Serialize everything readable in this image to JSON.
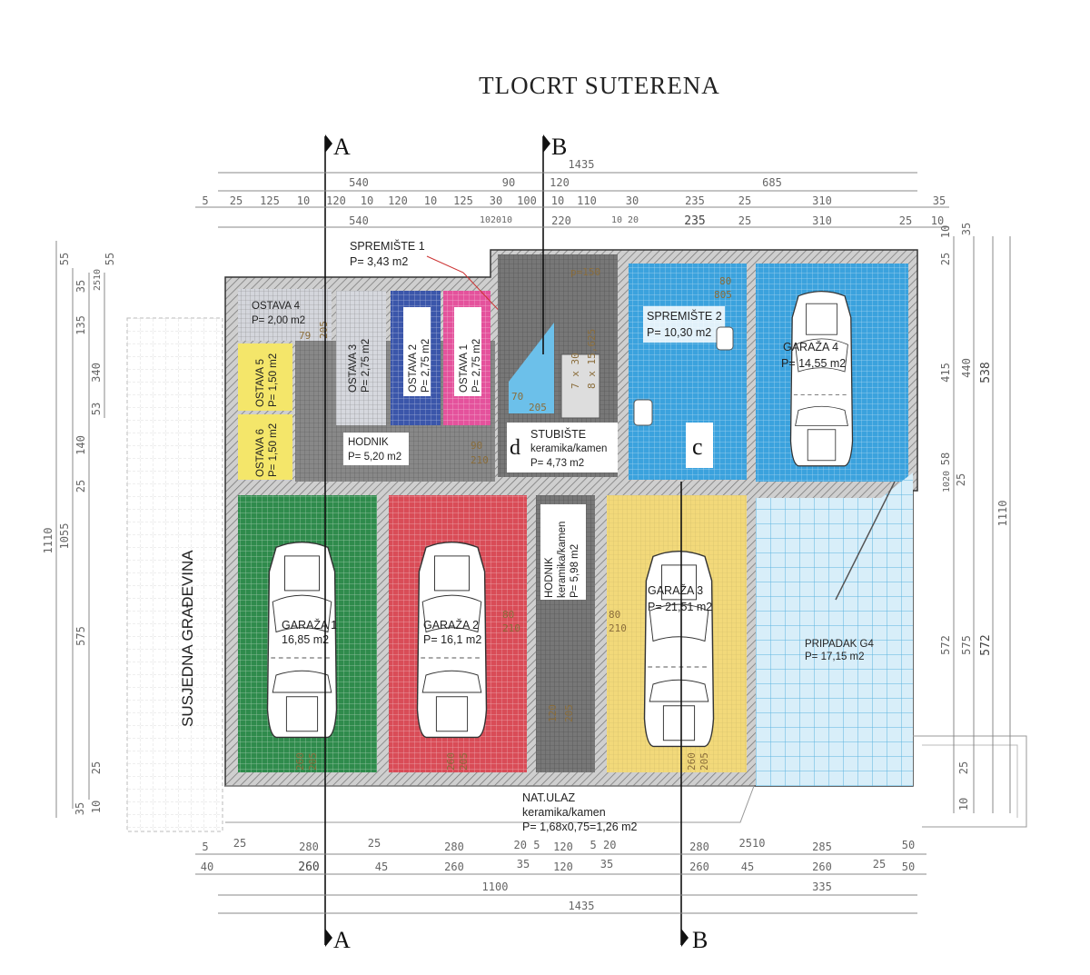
{
  "title": "TLOCRT SUTERENA",
  "sections": {
    "a": "A",
    "b": "B",
    "c": "c",
    "d": "d"
  },
  "neighbour": "SUSJEDNA GRAĐEVINA",
  "rooms": {
    "ostava4": {
      "name": "OSTAVA 4",
      "area": "P= 2,00 m2"
    },
    "ostava5": {
      "name": "OSTAVA 5",
      "area": "P= 1,50 m2"
    },
    "ostava6": {
      "name": "OSTAVA 6",
      "area": "P= 1,50 m2"
    },
    "ostava3": {
      "name": "OSTAVA 3",
      "area": "P= 2,75 m2"
    },
    "ostava2": {
      "name": "OSTAVA 2",
      "area": "P= 2,75 m2"
    },
    "ostava1": {
      "name": "OSTAVA 1",
      "area": "P= 2,75 m2"
    },
    "spremiste1": {
      "name": "SPREMIŠTE 1",
      "area": "P= 3,43 m2"
    },
    "hodnik": {
      "name": "HODNIK",
      "area": "P= 5,20 m2"
    },
    "stubiste": {
      "name": "STUBIŠTE",
      "finish": "keramika/kamen",
      "area": "P= 4,73 m2"
    },
    "spremiste2": {
      "name": "SPREMIŠTE 2",
      "area": "P= 10,30 m2"
    },
    "garaza4": {
      "name": "GARAŽA 4",
      "area": "P= 14,55 m2"
    },
    "garaza1": {
      "name": "GARAŽA 1",
      "area": "16,85 m2"
    },
    "garaza2": {
      "name": "GARAŽA 2",
      "area": "P= 16,1 m2"
    },
    "hodnik2": {
      "name": "HODNIK",
      "finish": "keramika/kamen",
      "area": "P= 5,98 m2"
    },
    "garaza3": {
      "name": "GARAŽA 3",
      "area": "P= 21,51 m2"
    },
    "pripadak": {
      "name": "PRIPADAK G4",
      "area": "P= 17,15 m2"
    },
    "ulaz": {
      "name": "NAT.ULAZ",
      "finish": "keramika/kamen",
      "area": "P= 1,68x0,75=1,26 m2"
    }
  },
  "doors": [
    "79",
    "205",
    "70",
    "205",
    "90",
    "210",
    "80",
    "210",
    "80",
    "210",
    "260",
    "205",
    "260",
    "205",
    "260",
    "205",
    "120",
    "205",
    "80",
    "805",
    "p=150",
    "7 x 30",
    "8 x 15,625"
  ],
  "dims_top": {
    "r1": [
      "1435"
    ],
    "r2": [
      "540",
      "90",
      "120",
      "685"
    ],
    "r3": [
      "5",
      "25",
      "125",
      "10",
      "120",
      "10",
      "120",
      "10",
      "125",
      "30",
      "100",
      "10",
      "110",
      "30",
      "235",
      "25",
      "310",
      "35"
    ],
    "r4": [
      "540",
      "102010",
      "220",
      "10 20",
      "235",
      "25",
      "310",
      "25",
      "10"
    ]
  },
  "dims_bottom": {
    "r1": [
      "5",
      "25",
      "280",
      "25",
      "280",
      "20 5",
      "120",
      "5 20",
      "280",
      "2510",
      "285",
      "50"
    ],
    "r2": [
      "40",
      "260",
      "45",
      "260",
      "35",
      "120",
      "35",
      "260",
      "45",
      "260",
      "25",
      "50"
    ],
    "r3": [
      "1100",
      "335"
    ],
    "r4": [
      "1435"
    ]
  },
  "dims_left": [
    "1110",
    "1055",
    "575",
    "55",
    "35",
    "2510",
    "55",
    "135",
    "340",
    "140",
    "53",
    "25",
    "35",
    "10",
    "25"
  ],
  "dims_right": [
    "10",
    "35",
    "25",
    "415",
    "440",
    "538",
    "1020",
    "58",
    "25",
    "572",
    "575",
    "572",
    "1110",
    "25",
    "10"
  ]
}
